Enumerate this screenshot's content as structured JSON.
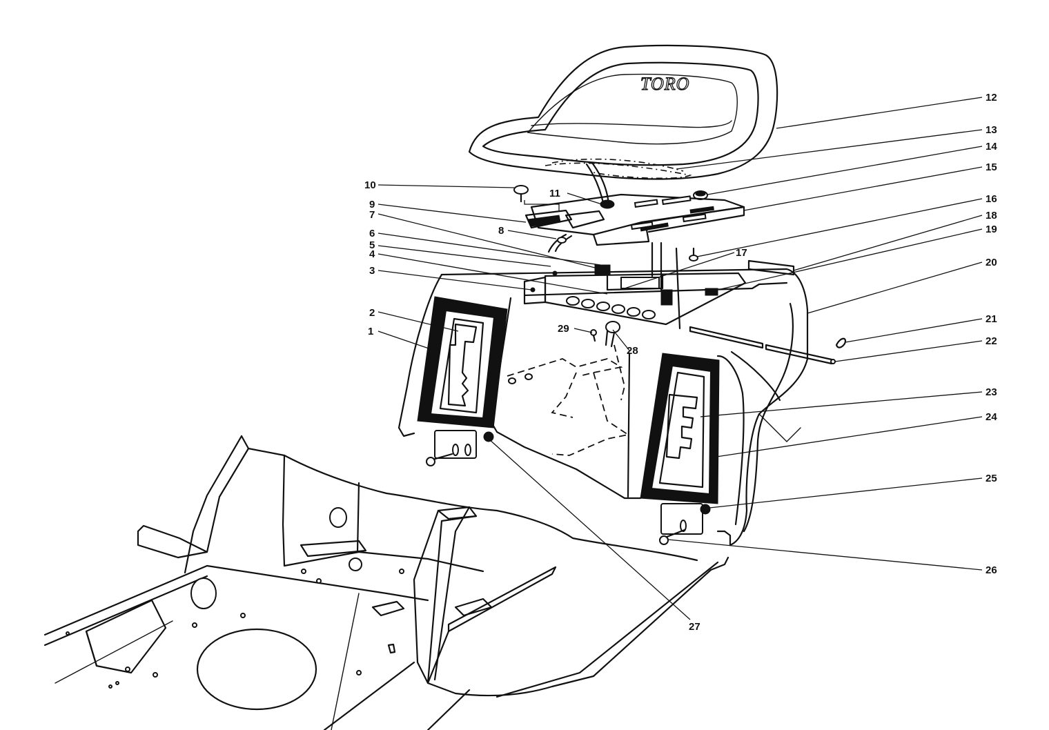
{
  "diagram": {
    "brand_logo": "TORO",
    "callouts": [
      "1",
      "2",
      "3",
      "4",
      "5",
      "6",
      "7",
      "8",
      "9",
      "10",
      "11",
      "12",
      "13",
      "14",
      "15",
      "16",
      "17",
      "18",
      "19",
      "20",
      "21",
      "22",
      "23",
      "24",
      "25",
      "26",
      "27",
      "28",
      "29"
    ]
  }
}
